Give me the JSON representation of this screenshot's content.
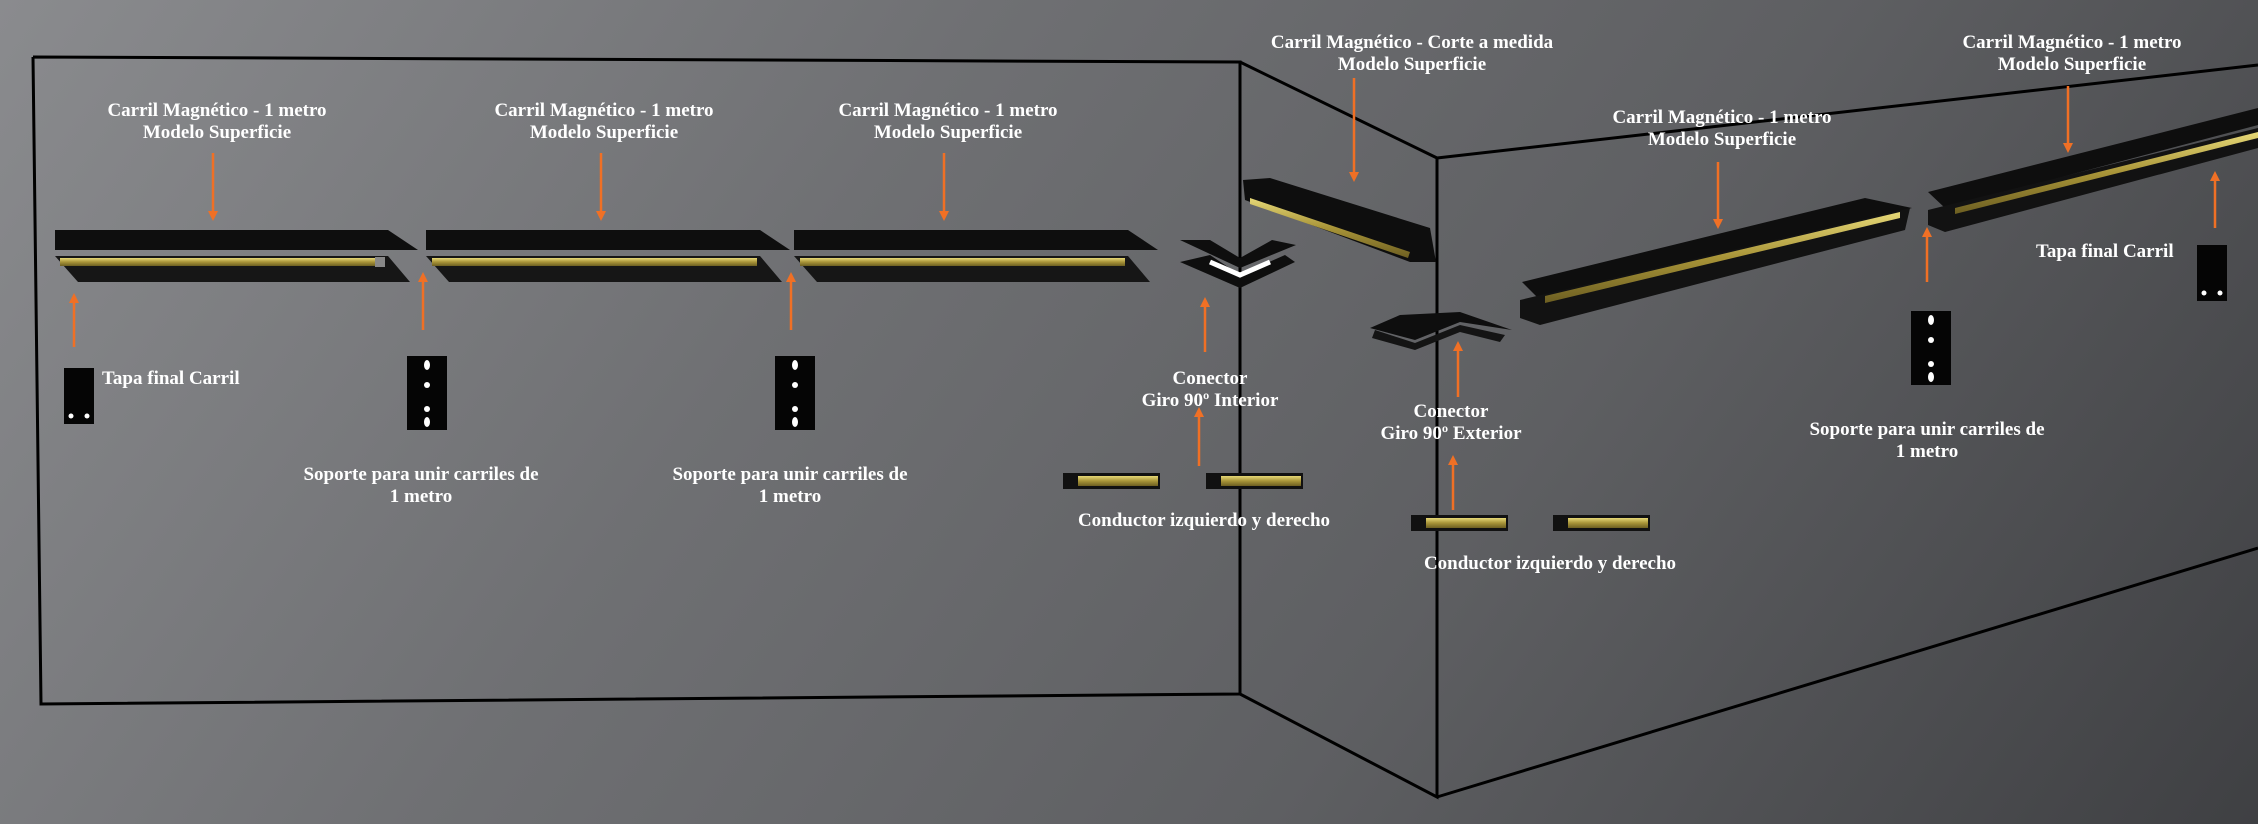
{
  "labels": {
    "rail_1m_a": {
      "line1": "Carril Magnético - 1 metro",
      "line2": "Modelo Superficie"
    },
    "rail_1m_b": {
      "line1": "Carril Magnético - 1 metro",
      "line2": "Modelo Superficie"
    },
    "rail_1m_c": {
      "line1": "Carril Magnético - 1 metro",
      "line2": "Modelo Superficie"
    },
    "rail_cut": {
      "line1": "Carril Magnético - Corte a medida",
      "line2": "Modelo Superficie"
    },
    "rail_1m_d": {
      "line1": "Carril Magnético - 1 metro",
      "line2": "Modelo Superficie"
    },
    "rail_1m_e": {
      "line1": "Carril Magnético - 1 metro",
      "line2": "Modelo Superficie"
    },
    "end_cap_left": "Tapa final Carril",
    "end_cap_right": "Tapa final Carril",
    "support_a": {
      "line1": "Soporte para unir carriles de",
      "line2": "1 metro"
    },
    "support_b": {
      "line1": "Soporte para unir carriles de",
      "line2": "1 metro"
    },
    "support_c": {
      "line1": "Soporte para unir carriles de",
      "line2": "1 metro"
    },
    "connector_interior": {
      "line1": "Conector",
      "line2": "Giro 90º Interior"
    },
    "connector_exterior": {
      "line1": "Conector",
      "line2": "Giro 90º Exterior"
    },
    "conductor_a": "Conductor izquierdo y derecho",
    "conductor_b": "Conductor izquierdo y derecho"
  },
  "colors": {
    "arrow": "#f07025",
    "rail_body": "#0e0e0e",
    "rail_strip": "#c9b84a",
    "wall_line": "#000000",
    "text": "#ffffff"
  }
}
